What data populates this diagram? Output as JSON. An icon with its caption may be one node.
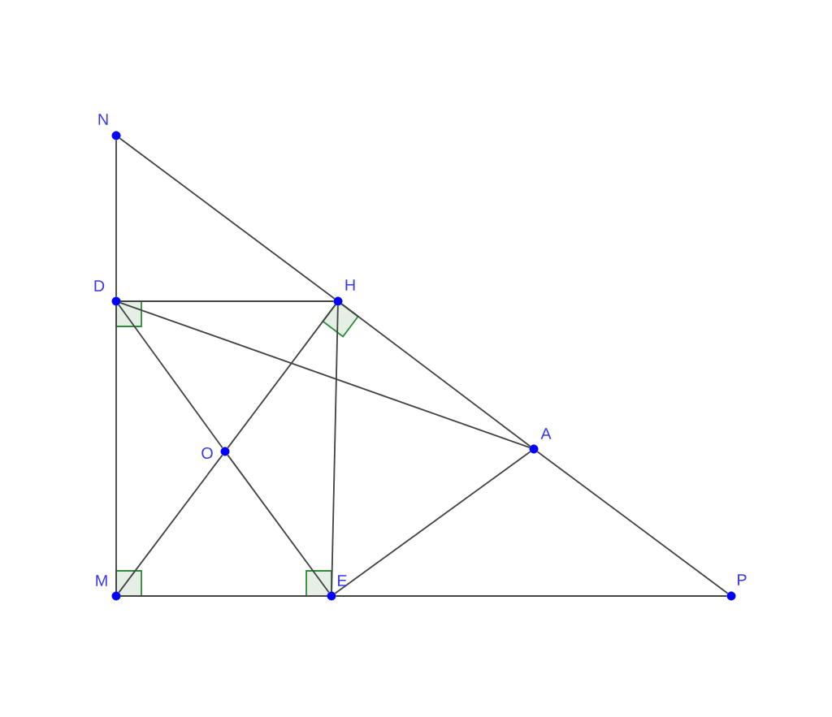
{
  "diagram": {
    "nodes": [
      {
        "text": [],
        "shape": "circle",
        "beside": [
          "N"
        ]
      },
      {
        "text": [],
        "shape": "circle",
        "beside": [
          "D"
        ]
      },
      {
        "text": [],
        "shape": "circle",
        "beside": [
          "H"
        ]
      },
      {
        "text": [],
        "shape": "circle",
        "beside": [
          "O"
        ]
      },
      {
        "text": [],
        "shape": "circle",
        "beside": [
          "A"
        ]
      },
      {
        "text": [],
        "shape": "circle",
        "beside": [
          "M"
        ]
      },
      {
        "text": [],
        "shape": "circle",
        "beside": [
          "E"
        ]
      },
      {
        "text": [],
        "shape": "circle",
        "beside": [
          "P"
        ]
      }
    ],
    "edges": [
      {
        "from": 0,
        "to": 1,
        "arrow": "none"
      },
      {
        "from": 1,
        "to": 5,
        "arrow": "none"
      },
      {
        "from": 0,
        "to": 2,
        "arrow": "none"
      },
      {
        "from": 2,
        "to": 4,
        "arrow": "none"
      },
      {
        "from": 4,
        "to": 7,
        "arrow": "none"
      },
      {
        "from": 5,
        "to": 6,
        "arrow": "none"
      },
      {
        "from": 6,
        "to": 7,
        "arrow": "none"
      },
      {
        "from": 1,
        "to": 2,
        "arrow": "none"
      },
      {
        "from": 1,
        "to": 3,
        "arrow": "none"
      },
      {
        "from": 3,
        "to": 6,
        "arrow": "none"
      },
      {
        "from": 5,
        "to": 3,
        "arrow": "none"
      },
      {
        "from": 3,
        "to": 2,
        "arrow": "none"
      },
      {
        "from": 2,
        "to": 6,
        "arrow": "none"
      },
      {
        "from": 1,
        "to": 4,
        "arrow": "none"
      },
      {
        "from": 6,
        "to": 4,
        "arrow": "none"
      }
    ]
  }
}
